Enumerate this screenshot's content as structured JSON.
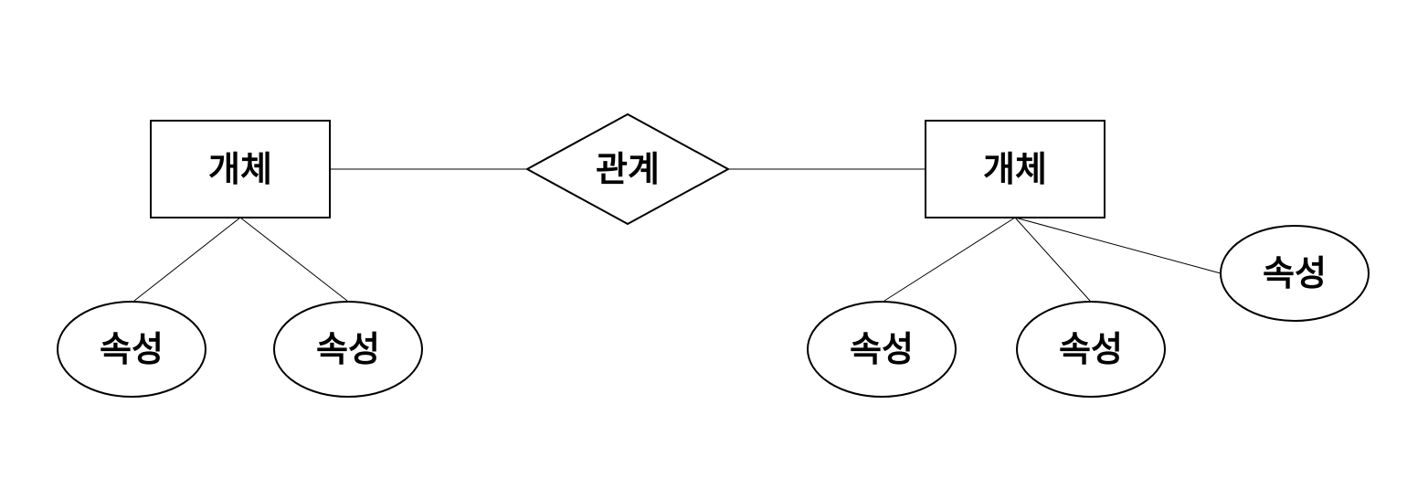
{
  "diagram": {
    "relationship": {
      "label": "관계"
    },
    "entities": [
      {
        "label": "개체"
      },
      {
        "label": "개체"
      }
    ],
    "attributes": [
      {
        "label": "속성"
      },
      {
        "label": "속성"
      },
      {
        "label": "속성"
      },
      {
        "label": "속성"
      },
      {
        "label": "속성"
      }
    ]
  },
  "colors": {
    "stroke": "#000000",
    "fill": "#ffffff",
    "text": "#000000"
  }
}
